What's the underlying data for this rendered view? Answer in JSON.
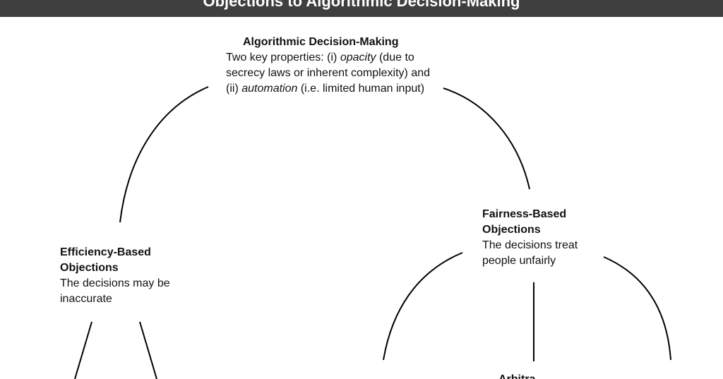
{
  "header": {
    "title": "Objections to Algorithmic Decision-Making"
  },
  "nodes": {
    "root": {
      "title": "Algorithmic Decision-Making",
      "desc_1": "Two key properties: (i) ",
      "desc_em_1": "opacity",
      "desc_2": " (due to secrecy laws or inherent complexity) and (ii) ",
      "desc_em_2": "automation",
      "desc_3": " (i.e. limited human input)"
    },
    "efficiency": {
      "title": "Efficiency-Based Objections",
      "desc": "The decisions may be inaccurate"
    },
    "fairness": {
      "title": "Fairness-Based Objections",
      "desc": "The decisions treat people unfairly"
    },
    "partial_child": {
      "text": "Arbitra..."
    }
  },
  "colors": {
    "header_background": "#3f3f3f",
    "header_text": "#ffffff",
    "lines": "#000000"
  }
}
